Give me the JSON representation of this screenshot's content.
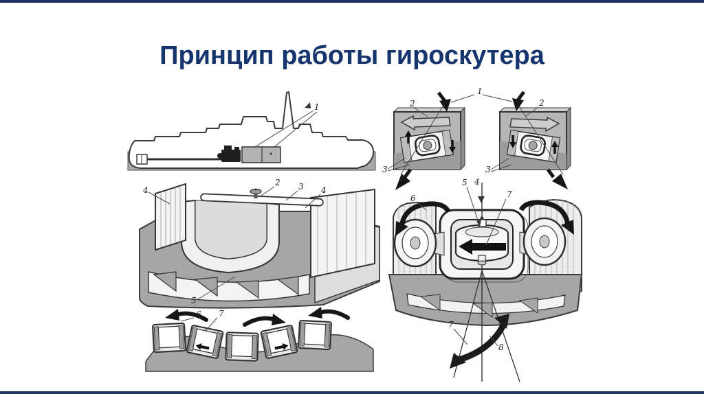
{
  "slide": {
    "title": "Принцип работы гироскутера"
  },
  "colors": {
    "title_navy": "#16356e",
    "edge_bar_navy": "#1d3461",
    "line_ink": "#3a3a3a",
    "fill_gray": "#a6a6a6",
    "arrow_black": "#161616"
  },
  "figure": {
    "labels": {
      "ship1": "1",
      "tankLeft4": "4",
      "tankValve2": "2",
      "tankPipe3": "3",
      "tankRight4": "4",
      "tankRibs5": "5",
      "wave6": "6",
      "wave7": "7",
      "panels1": "1",
      "panelLeft2": "2",
      "panelRight2": "2",
      "panelLeft3": "3",
      "panelRight3": "3",
      "gyro5": "5",
      "gyro4": "4",
      "gyro6": "6",
      "gyro7": "7",
      "swing7": "7",
      "swing8": "8"
    }
  }
}
